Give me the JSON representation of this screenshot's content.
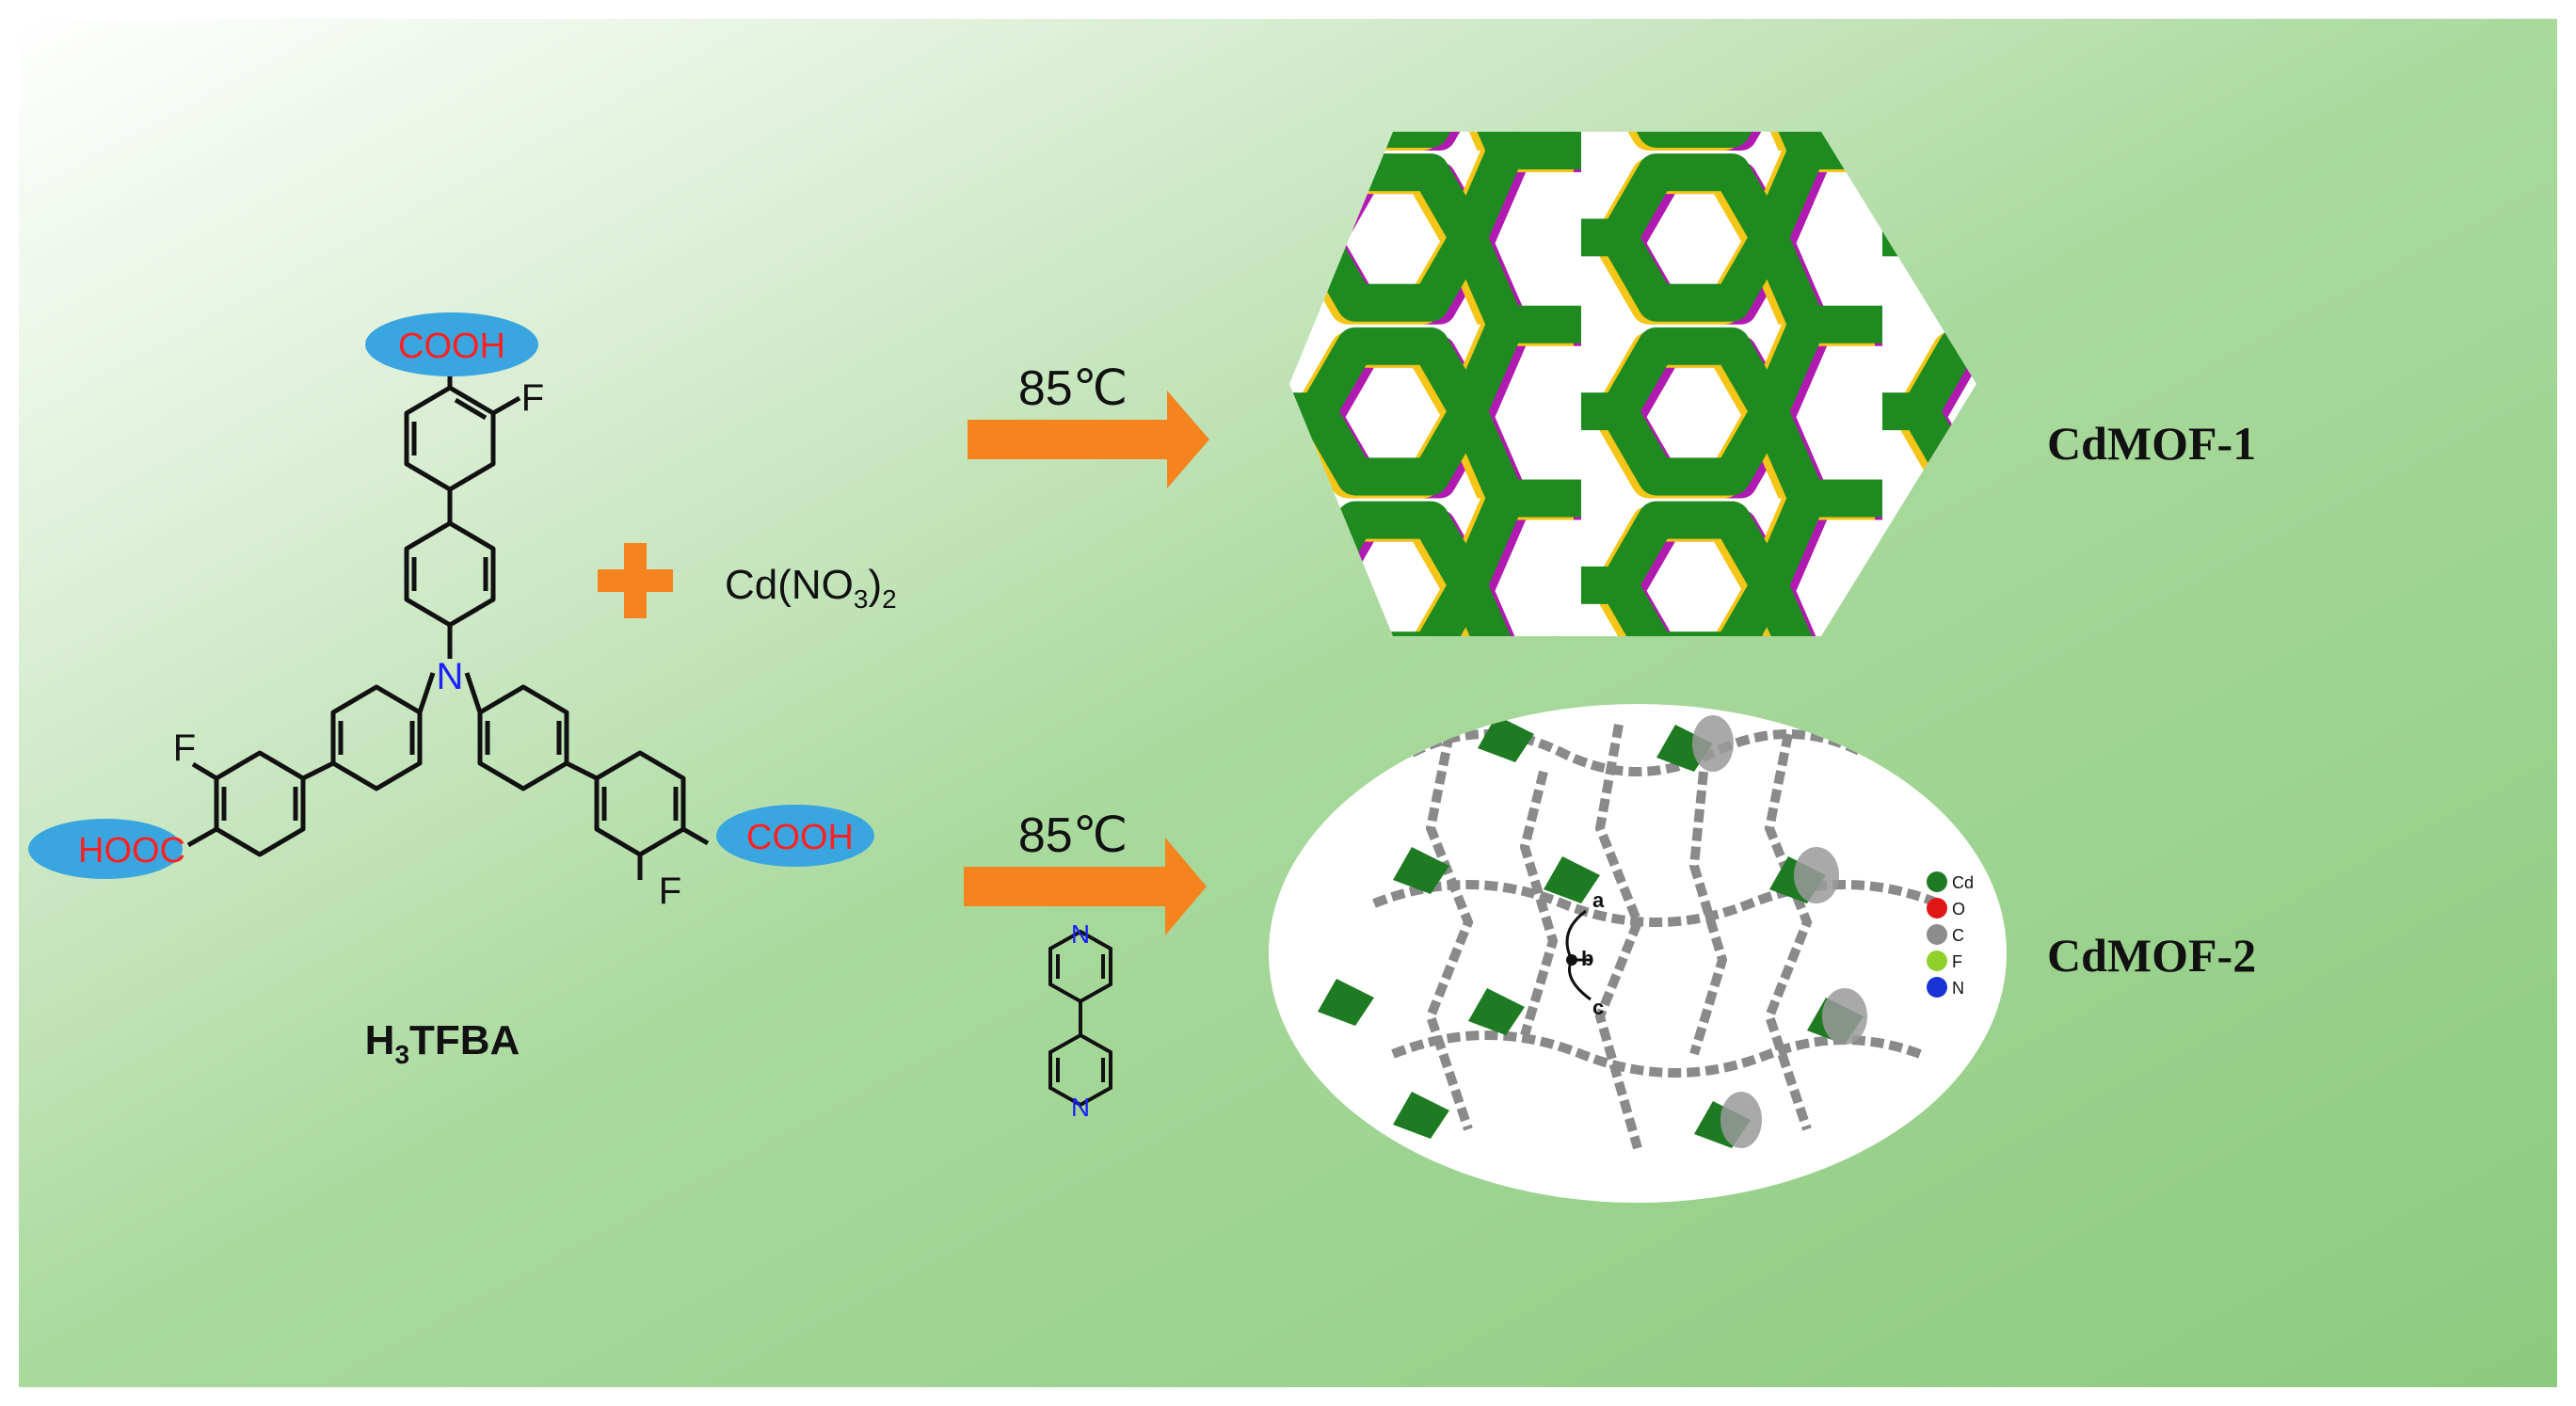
{
  "labels": {
    "cooh_top": "COOH",
    "cooh_right": "COOH",
    "hooc_left": "HOOC",
    "f_top": "F",
    "f_left": "F",
    "f_right": "F",
    "n_center": "N",
    "n_bipy_top": "N",
    "n_bipy_bottom": "N",
    "ligand_name_prefix": "H",
    "ligand_name_sub": "3",
    "ligand_name_suffix": "TFBA",
    "metal_salt_prefix": "Cd(NO",
    "metal_salt_sub1": "3",
    "metal_salt_mid": ")",
    "metal_salt_sub2": "2",
    "temp_top": "85℃",
    "temp_bottom": "85℃",
    "product1": "CdMOF-1",
    "product2": "CdMOF-2",
    "axis_a": "a",
    "axis_b": "b",
    "axis_c": "c"
  },
  "legend": [
    {
      "label": "Cd",
      "color": "#1e7b22"
    },
    {
      "label": "O",
      "color": "#e01515"
    },
    {
      "label": "C",
      "color": "#8c8c8c"
    },
    {
      "label": "F",
      "color": "#8fd12a"
    },
    {
      "label": "N",
      "color": "#1833d6"
    }
  ],
  "colors": {
    "background_green": "#93cf86",
    "ellipse_blue": "#3aa6e0",
    "arrow_orange": "#f5841f",
    "acid_red": "#ff2020",
    "nitrogen_blue": "#1a22ff",
    "mof_green": "#1f8a1f",
    "mof_yellow": "#f5c518",
    "mof_magenta": "#b01ab0"
  },
  "icons": {
    "plus": "plus-icon",
    "arrow": "right-arrow-icon"
  }
}
